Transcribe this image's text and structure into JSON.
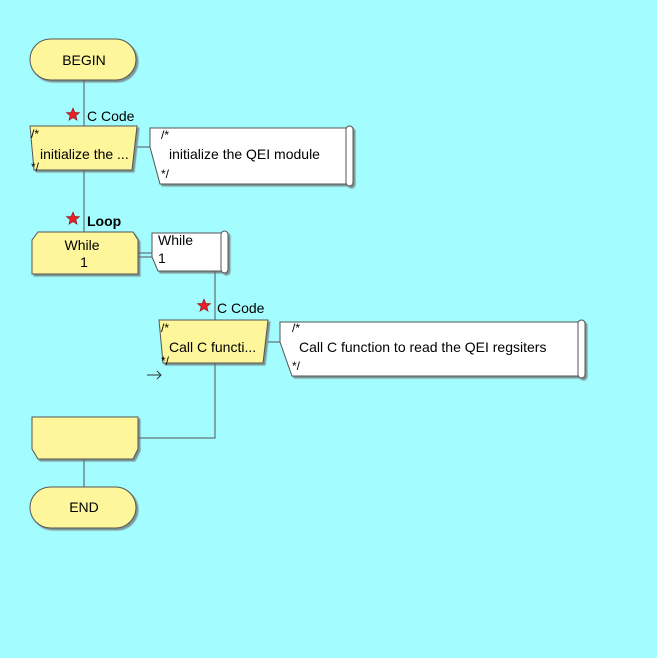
{
  "colors": {
    "background": "#a3fcfe",
    "node_fill": "#fdf69b",
    "node_stroke": "#555555",
    "comment_fill": "#ffffff",
    "line": "#555555",
    "star": "#e8202a"
  },
  "flowchart": {
    "begin_label": "BEGIN",
    "end_label": "END",
    "ccode1": {
      "tag": "C Code",
      "open_mark": "/*",
      "label": "initialize the ...",
      "close_mark": "*/",
      "comment_open": "/*",
      "comment_text": "initialize the QEI module",
      "comment_close": "*/"
    },
    "loop": {
      "tag": "Loop",
      "label_line1": "While",
      "label_line2": "1",
      "comment_line1": "While",
      "comment_line2": "1"
    },
    "ccode2": {
      "tag": "C Code",
      "open_mark": "/*",
      "label": "Call C functi...",
      "close_mark": "*/",
      "comment_open": "/*",
      "comment_text": "Call C function to read the QEI regsiters",
      "comment_close": "*/"
    },
    "loop_end_label": ""
  }
}
